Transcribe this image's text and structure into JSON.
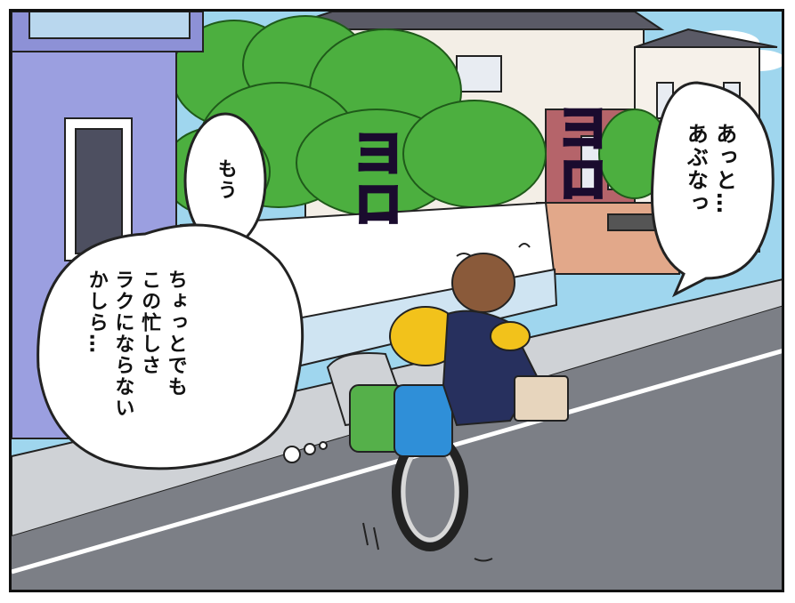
{
  "bubbles": {
    "speech_right": "あっと…\nあぶなっ",
    "thought_small": "もう",
    "thought_large": "ちょっとでも\nこの忙しさ\nラクにならない\nかしら…"
  },
  "sfx": {
    "left": "ヨロ",
    "right": "ヨロ"
  },
  "colors": {
    "sky": "#9fd6ee",
    "trees": "#4caf3f",
    "wall": "#ffffff",
    "road": "#7c7f86",
    "sidewalk": "#cfd2d6",
    "house_left": "#9b9fe0",
    "sfx_purple": "#6b2fa8",
    "green_bag": "#55b04a",
    "blue_bag": "#2f8fd8",
    "helmet": "#f2c21b"
  }
}
